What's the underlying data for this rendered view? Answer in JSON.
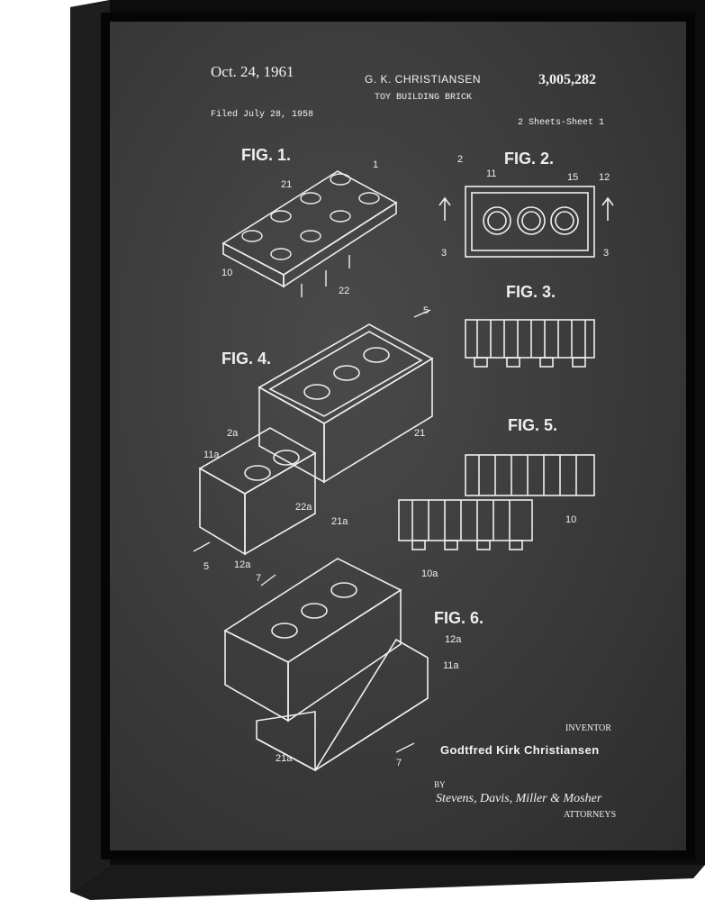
{
  "header": {
    "date": "Oct. 24, 1961",
    "inventor_short": "G. K. CHRISTIANSEN",
    "title": "TOY BUILDING BRICK",
    "patent_number": "3,005,282",
    "filed": "Filed July 28, 1958",
    "sheets": "2 Sheets-Sheet 1"
  },
  "figures": {
    "fig1": "FIG. 1.",
    "fig2": "FIG. 2.",
    "fig3": "FIG. 3.",
    "fig4": "FIG. 4.",
    "fig5": "FIG. 5.",
    "fig6": "FIG. 6."
  },
  "refs": {
    "r1": "1",
    "r2": "2",
    "r2a": "2a",
    "r3": "3",
    "r5": "5",
    "r7": "7",
    "r10": "10",
    "r10a": "10a",
    "r11": "11",
    "r11a": "11a",
    "r12": "12",
    "r12a": "12a",
    "r15": "15",
    "r21": "21",
    "r21a": "21a",
    "r22": "22",
    "r22a": "22a"
  },
  "footer": {
    "inventor_label": "INVENTOR",
    "inventor_name": "Godtfred Kirk Christiansen",
    "by": "BY",
    "attorneys_signature": "Stevens, Davis, Miller & Mosher",
    "attorneys_label": "ATTORNEYS"
  },
  "colors": {
    "frame": "#111111",
    "chalkboard": "#3a3a3a",
    "chalk": "#f2f2f2"
  }
}
